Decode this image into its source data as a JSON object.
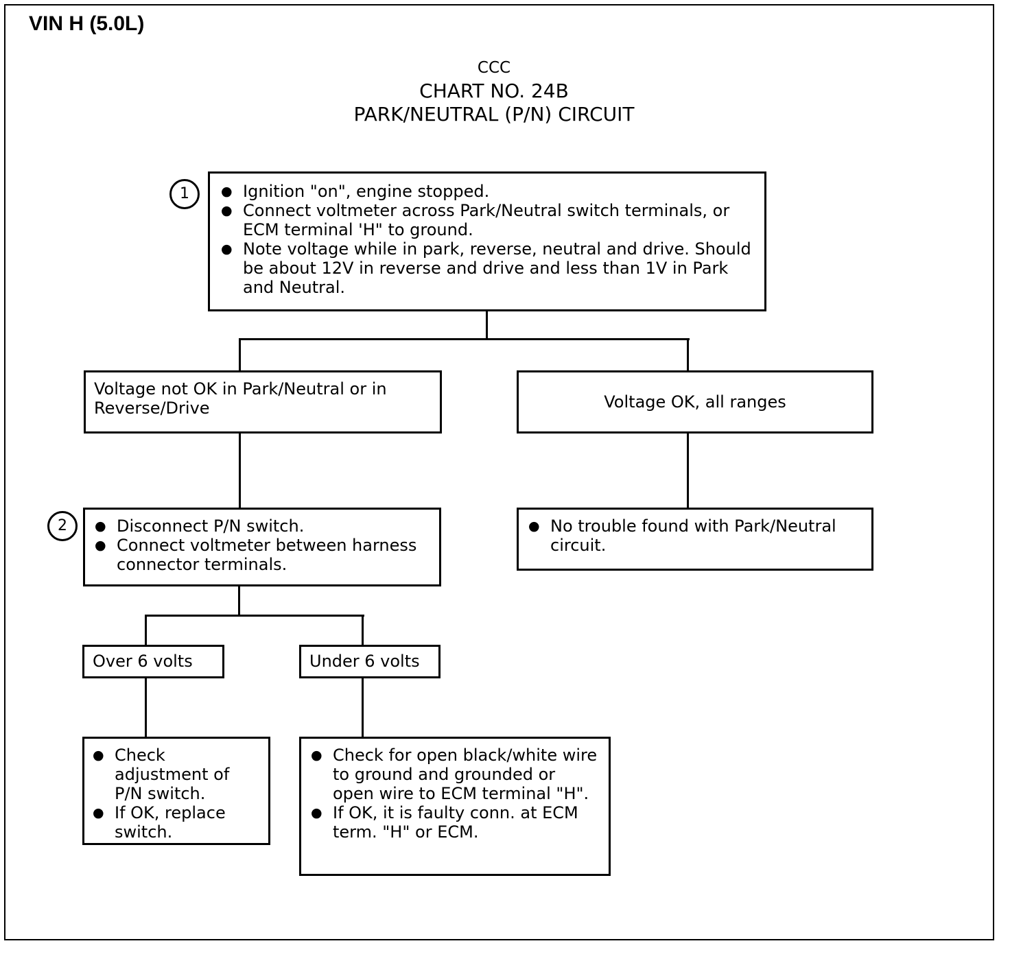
{
  "header": {
    "vin": "VIN H (5.0L)"
  },
  "title": {
    "line1": "CCC",
    "line2": "CHART NO. 24B",
    "line3": "PARK/NEUTRAL (P/N) CIRCUIT"
  },
  "step1": {
    "number": "1",
    "bullets": [
      "Ignition \"on\", engine stopped.",
      "Connect voltmeter across Park/Neutral switch terminals, or ECM terminal 'H\" to ground.",
      "Note voltage while in park, reverse, neutral and drive. Should be about 12V in reverse and drive and less than 1V in Park and Neutral."
    ]
  },
  "branch_not_ok": "Voltage not OK in Park/Neutral or in Reverse/Drive",
  "branch_ok": "Voltage OK, all ranges",
  "step2": {
    "number": "2",
    "bullets": [
      "Disconnect P/N switch.",
      "Connect voltmeter between harness connector terminals."
    ]
  },
  "ok_result": {
    "bullets": [
      "No trouble found with Park/Neutral circuit."
    ]
  },
  "over6": "Over 6 volts",
  "under6": "Under 6 volts",
  "over6_action": {
    "bullets": [
      "Check adjustment of P/N switch.",
      "If OK, replace switch."
    ]
  },
  "under6_action": {
    "bullets": [
      "Check for open black/white wire to ground and grounded or open wire to ECM terminal \"H\".",
      "If OK, it is faulty conn. at ECM term. \"H\" or ECM."
    ]
  }
}
